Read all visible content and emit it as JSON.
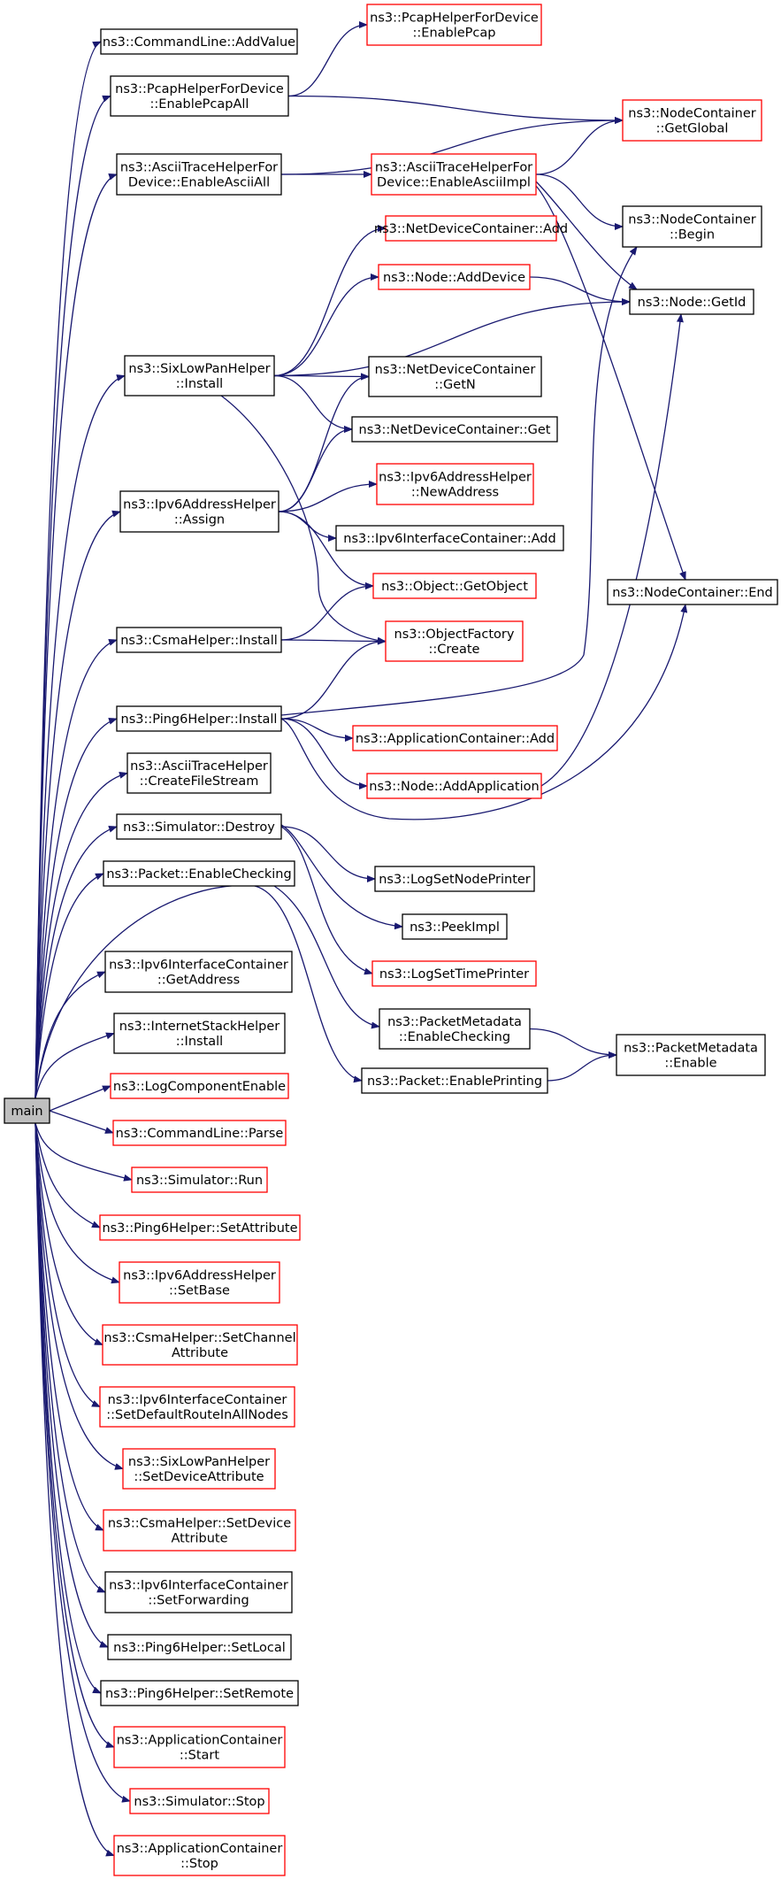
{
  "graph": {
    "edge_color": "#191970",
    "root_fill": "#bfbfbf",
    "nodes": [
      {
        "id": "main",
        "lines": [
          "main"
        ],
        "border": "root"
      },
      {
        "id": "cmd_addvalue",
        "lines": [
          "ns3::CommandLine::AddValue"
        ],
        "border": "black"
      },
      {
        "id": "pcap_enable",
        "lines": [
          "ns3::PcapHelperForDevice",
          "::EnablePcap"
        ],
        "border": "red"
      },
      {
        "id": "pcap_enableall",
        "lines": [
          "ns3::PcapHelperForDevice",
          "::EnablePcapAll"
        ],
        "border": "black"
      },
      {
        "id": "nc_getglobal",
        "lines": [
          "ns3::NodeContainer",
          "::GetGlobal"
        ],
        "border": "red"
      },
      {
        "id": "ascii_enableall",
        "lines": [
          "ns3::AsciiTraceHelperFor",
          "Device::EnableAsciiAll"
        ],
        "border": "black"
      },
      {
        "id": "ascii_enableimpl",
        "lines": [
          "ns3::AsciiTraceHelperFor",
          "Device::EnableAsciiImpl"
        ],
        "border": "red"
      },
      {
        "id": "nc_begin",
        "lines": [
          "ns3::NodeContainer",
          "::Begin"
        ],
        "border": "black"
      },
      {
        "id": "ndc_add",
        "lines": [
          "ns3::NetDeviceContainer::Add"
        ],
        "border": "red"
      },
      {
        "id": "node_adddevice",
        "lines": [
          "ns3::Node::AddDevice"
        ],
        "border": "red"
      },
      {
        "id": "node_getid",
        "lines": [
          "ns3::Node::GetId"
        ],
        "border": "black"
      },
      {
        "id": "sixlowpan_install",
        "lines": [
          "ns3::SixLowPanHelper",
          "::Install"
        ],
        "border": "black"
      },
      {
        "id": "ndc_getn",
        "lines": [
          "ns3::NetDeviceContainer",
          "::GetN"
        ],
        "border": "black"
      },
      {
        "id": "ndc_get",
        "lines": [
          "ns3::NetDeviceContainer::Get"
        ],
        "border": "black"
      },
      {
        "id": "ipv6_assign",
        "lines": [
          "ns3::Ipv6AddressHelper",
          "::Assign"
        ],
        "border": "black"
      },
      {
        "id": "ipv6_newaddress",
        "lines": [
          "ns3::Ipv6AddressHelper",
          "::NewAddress"
        ],
        "border": "red"
      },
      {
        "id": "ipv6ic_add",
        "lines": [
          "ns3::Ipv6InterfaceContainer::Add"
        ],
        "border": "black"
      },
      {
        "id": "object_getobject",
        "lines": [
          "ns3::Object::GetObject"
        ],
        "border": "red"
      },
      {
        "id": "nc_end",
        "lines": [
          "ns3::NodeContainer::End"
        ],
        "border": "black"
      },
      {
        "id": "csma_install",
        "lines": [
          "ns3::CsmaHelper::Install"
        ],
        "border": "black"
      },
      {
        "id": "objfactory_create",
        "lines": [
          "ns3::ObjectFactory",
          "::Create"
        ],
        "border": "red"
      },
      {
        "id": "ping6_install",
        "lines": [
          "ns3::Ping6Helper::Install"
        ],
        "border": "black"
      },
      {
        "id": "appc_add",
        "lines": [
          "ns3::ApplicationContainer::Add"
        ],
        "border": "red"
      },
      {
        "id": "ascii_createfilestream",
        "lines": [
          "ns3::AsciiTraceHelper",
          "::CreateFileStream"
        ],
        "border": "black"
      },
      {
        "id": "node_addapplication",
        "lines": [
          "ns3::Node::AddApplication"
        ],
        "border": "red"
      },
      {
        "id": "sim_destroy",
        "lines": [
          "ns3::Simulator::Destroy"
        ],
        "border": "black"
      },
      {
        "id": "packet_enablechecking",
        "lines": [
          "ns3::Packet::EnableChecking"
        ],
        "border": "black"
      },
      {
        "id": "logsetnodeprinter",
        "lines": [
          "ns3::LogSetNodePrinter"
        ],
        "border": "black"
      },
      {
        "id": "peekimpl",
        "lines": [
          "ns3::PeekImpl"
        ],
        "border": "black"
      },
      {
        "id": "logsettimeprinter",
        "lines": [
          "ns3::LogSetTimePrinter"
        ],
        "border": "red"
      },
      {
        "id": "ipv6ic_getaddress",
        "lines": [
          "ns3::Ipv6InterfaceContainer",
          "::GetAddress"
        ],
        "border": "black"
      },
      {
        "id": "pm_enablechecking",
        "lines": [
          "ns3::PacketMetadata",
          "::EnableChecking"
        ],
        "border": "black"
      },
      {
        "id": "pm_enable",
        "lines": [
          "ns3::PacketMetadata",
          "::Enable"
        ],
        "border": "black"
      },
      {
        "id": "internetstack_install",
        "lines": [
          "ns3::InternetStackHelper",
          "::Install"
        ],
        "border": "black"
      },
      {
        "id": "packet_enableprinting",
        "lines": [
          "ns3::Packet::EnablePrinting"
        ],
        "border": "black"
      },
      {
        "id": "logcomponentenable",
        "lines": [
          "ns3::LogComponentEnable"
        ],
        "border": "red"
      },
      {
        "id": "cmd_parse",
        "lines": [
          "ns3::CommandLine::Parse"
        ],
        "border": "red"
      },
      {
        "id": "sim_run",
        "lines": [
          "ns3::Simulator::Run"
        ],
        "border": "red"
      },
      {
        "id": "ping6_setattribute",
        "lines": [
          "ns3::Ping6Helper::SetAttribute"
        ],
        "border": "red"
      },
      {
        "id": "ipv6_setbase",
        "lines": [
          "ns3::Ipv6AddressHelper",
          "::SetBase"
        ],
        "border": "red"
      },
      {
        "id": "csma_setchannelattr",
        "lines": [
          "ns3::CsmaHelper::SetChannel",
          "Attribute"
        ],
        "border": "red"
      },
      {
        "id": "ipv6ic_setdefaultroute",
        "lines": [
          "ns3::Ipv6InterfaceContainer",
          "::SetDefaultRouteInAllNodes"
        ],
        "border": "red"
      },
      {
        "id": "sixlowpan_setdeviceattr",
        "lines": [
          "ns3::SixLowPanHelper",
          "::SetDeviceAttribute"
        ],
        "border": "red"
      },
      {
        "id": "csma_setdeviceattr",
        "lines": [
          "ns3::CsmaHelper::SetDevice",
          "Attribute"
        ],
        "border": "red"
      },
      {
        "id": "ipv6ic_setforwarding",
        "lines": [
          "ns3::Ipv6InterfaceContainer",
          "::SetForwarding"
        ],
        "border": "black"
      },
      {
        "id": "ping6_setlocal",
        "lines": [
          "ns3::Ping6Helper::SetLocal"
        ],
        "border": "black"
      },
      {
        "id": "ping6_setremote",
        "lines": [
          "ns3::Ping6Helper::SetRemote"
        ],
        "border": "black"
      },
      {
        "id": "appc_start",
        "lines": [
          "ns3::ApplicationContainer",
          "::Start"
        ],
        "border": "red"
      },
      {
        "id": "sim_stop",
        "lines": [
          "ns3::Simulator::Stop"
        ],
        "border": "red"
      },
      {
        "id": "appc_stop",
        "lines": [
          "ns3::ApplicationContainer",
          "::Stop"
        ],
        "border": "red"
      }
    ],
    "edges": [
      [
        "main",
        "cmd_addvalue"
      ],
      [
        "main",
        "pcap_enableall"
      ],
      [
        "main",
        "ascii_enableall"
      ],
      [
        "main",
        "sixlowpan_install"
      ],
      [
        "main",
        "ipv6_assign"
      ],
      [
        "main",
        "csma_install"
      ],
      [
        "main",
        "ping6_install"
      ],
      [
        "main",
        "ascii_createfilestream"
      ],
      [
        "main",
        "sim_destroy"
      ],
      [
        "main",
        "packet_enablechecking"
      ],
      [
        "main",
        "packet_enableprinting"
      ],
      [
        "main",
        "ipv6ic_getaddress"
      ],
      [
        "main",
        "internetstack_install"
      ],
      [
        "main",
        "logcomponentenable"
      ],
      [
        "main",
        "cmd_parse"
      ],
      [
        "main",
        "sim_run"
      ],
      [
        "main",
        "ping6_setattribute"
      ],
      [
        "main",
        "ipv6_setbase"
      ],
      [
        "main",
        "csma_setchannelattr"
      ],
      [
        "main",
        "ipv6ic_setdefaultroute"
      ],
      [
        "main",
        "sixlowpan_setdeviceattr"
      ],
      [
        "main",
        "csma_setdeviceattr"
      ],
      [
        "main",
        "ipv6ic_setforwarding"
      ],
      [
        "main",
        "ping6_setlocal"
      ],
      [
        "main",
        "ping6_setremote"
      ],
      [
        "main",
        "appc_start"
      ],
      [
        "main",
        "sim_stop"
      ],
      [
        "main",
        "appc_stop"
      ],
      [
        "pcap_enableall",
        "pcap_enable"
      ],
      [
        "pcap_enableall",
        "nc_getglobal"
      ],
      [
        "ascii_enableall",
        "ascii_enableimpl"
      ],
      [
        "ascii_enableall",
        "nc_getglobal"
      ],
      [
        "ascii_enableimpl",
        "nc_getglobal"
      ],
      [
        "ascii_enableimpl",
        "nc_begin"
      ],
      [
        "ascii_enableimpl",
        "node_getid"
      ],
      [
        "ascii_enableimpl",
        "nc_end"
      ],
      [
        "sixlowpan_install",
        "ndc_add"
      ],
      [
        "sixlowpan_install",
        "node_adddevice"
      ],
      [
        "sixlowpan_install",
        "node_getid"
      ],
      [
        "sixlowpan_install",
        "ndc_getn"
      ],
      [
        "sixlowpan_install",
        "ndc_get"
      ],
      [
        "sixlowpan_install",
        "objfactory_create"
      ],
      [
        "node_adddevice",
        "node_getid"
      ],
      [
        "ipv6_assign",
        "ndc_getn"
      ],
      [
        "ipv6_assign",
        "ndc_get"
      ],
      [
        "ipv6_assign",
        "ipv6_newaddress"
      ],
      [
        "ipv6_assign",
        "ipv6ic_add"
      ],
      [
        "ipv6_assign",
        "object_getobject"
      ],
      [
        "csma_install",
        "object_getobject"
      ],
      [
        "csma_install",
        "objfactory_create"
      ],
      [
        "ping6_install",
        "objfactory_create"
      ],
      [
        "ping6_install",
        "nc_begin"
      ],
      [
        "ping6_install",
        "appc_add"
      ],
      [
        "ping6_install",
        "node_addapplication"
      ],
      [
        "ping6_install",
        "nc_end"
      ],
      [
        "node_addapplication",
        "node_getid"
      ],
      [
        "sim_destroy",
        "logsetnodeprinter"
      ],
      [
        "sim_destroy",
        "peekimpl"
      ],
      [
        "sim_destroy",
        "logsettimeprinter"
      ],
      [
        "packet_enablechecking",
        "pm_enablechecking"
      ],
      [
        "pm_enablechecking",
        "pm_enable"
      ],
      [
        "packet_enableprinting",
        "pm_enable"
      ]
    ]
  }
}
